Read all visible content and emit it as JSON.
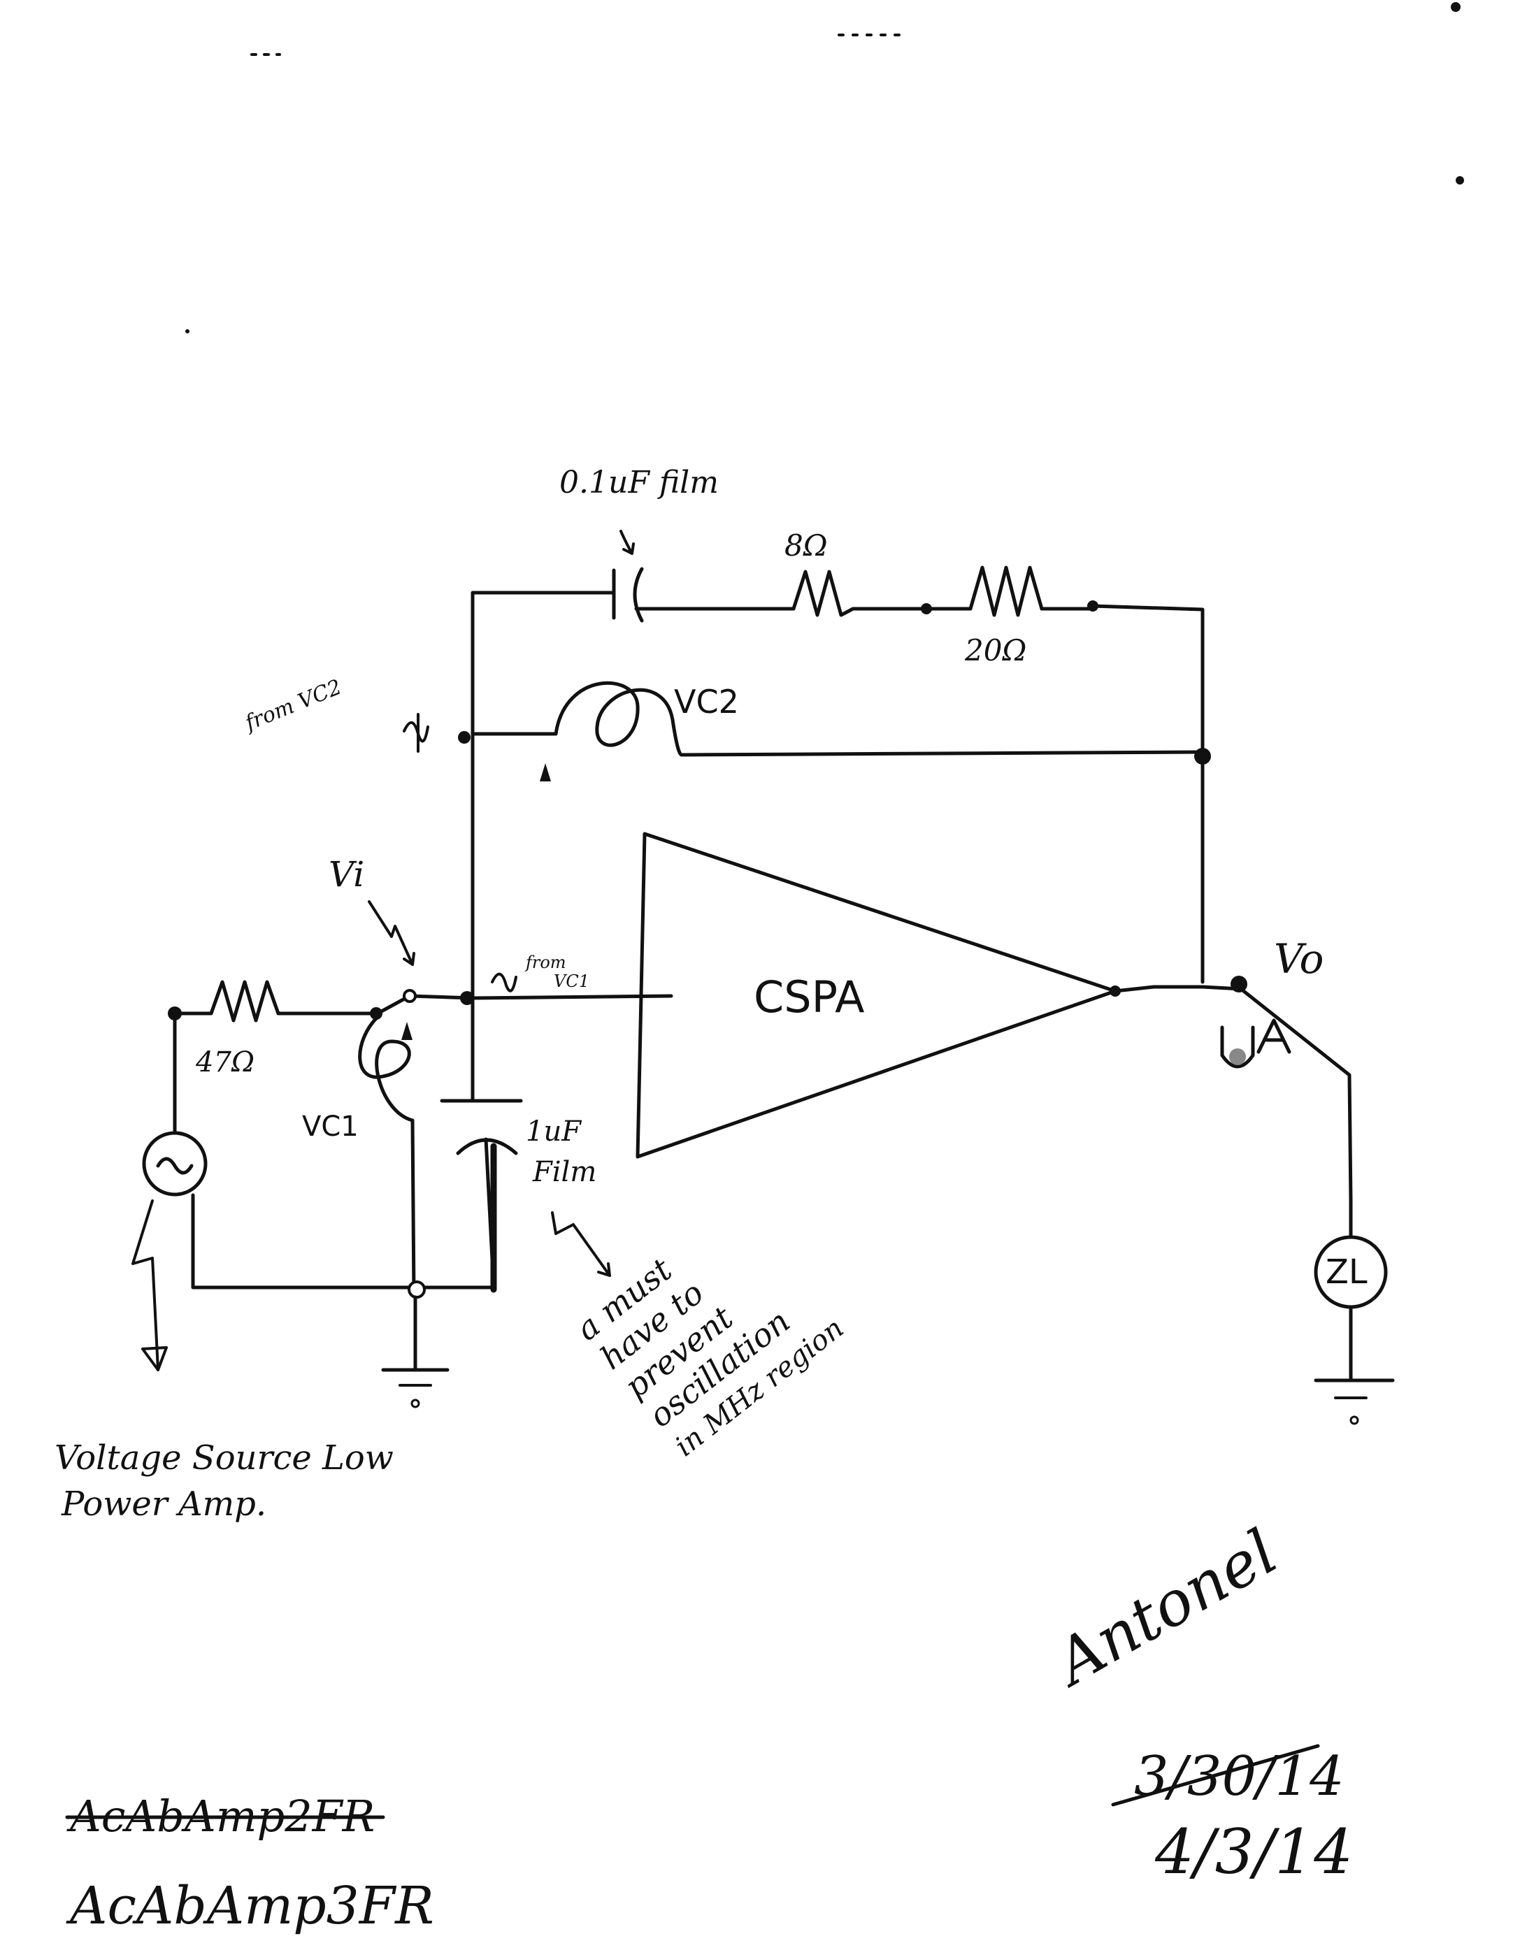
{
  "diagram": {
    "components": {
      "cap_feedback": "0.1uF film",
      "res_8": "8Ω",
      "res_20": "20Ω",
      "res_47": "47Ω",
      "cap_bypass_1": "1uF",
      "cap_bypass_2": "Film",
      "coil_vc2": "VC2",
      "coil_vc1": "VC1",
      "amplifier": "CSPA",
      "load": "ZL"
    },
    "nodes": {
      "input": "Vi",
      "output": "Vo"
    },
    "annotations": {
      "from_vc2": "from VC2",
      "from_vc1_a": "from",
      "from_vc1_b": "VC1",
      "source_note_1": "Voltage Source Low",
      "source_note_2": "Power Amp.",
      "must_1": "a must",
      "must_2": "have to",
      "must_3": "prevent",
      "must_4": "oscillation",
      "must_5": "in MHz region"
    },
    "footer": {
      "old_name": "AcAbAmp2FR",
      "new_name": "AcAbAmp3FR",
      "signature": "Antonel",
      "old_date": "3/30/14",
      "new_date": "4/3/14"
    }
  }
}
